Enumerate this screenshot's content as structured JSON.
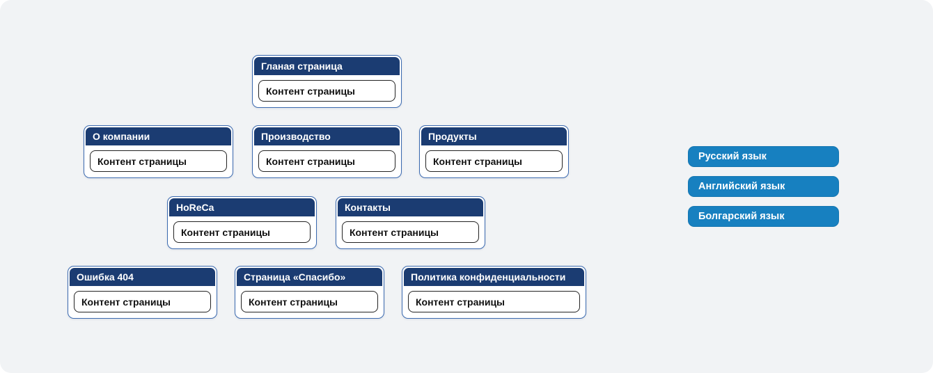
{
  "colors": {
    "background": "#f1f3f5",
    "header_navy": "#1b3c72",
    "card_border": "#3b6ab0",
    "content_border": "#222222",
    "button_blue": "#1780c0",
    "text_white": "#ffffff",
    "text_dark": "#111111"
  },
  "cards": [
    {
      "id": "home",
      "title": "Гланая страница",
      "content": "Контент страницы"
    },
    {
      "id": "about",
      "title": "О компании",
      "content": "Контент страницы"
    },
    {
      "id": "production",
      "title": "Производство",
      "content": "Контент страницы"
    },
    {
      "id": "products",
      "title": "Продукты",
      "content": "Контент страницы"
    },
    {
      "id": "horeca",
      "title": "HoReCa",
      "content": "Контент страницы"
    },
    {
      "id": "contacts",
      "title": "Контакты",
      "content": "Контент страницы"
    },
    {
      "id": "error-404",
      "title": "Ошибка 404",
      "content": "Контент страницы"
    },
    {
      "id": "thank-you",
      "title": "Страница «Спасибо»",
      "content": "Контент страницы"
    },
    {
      "id": "privacy-policy",
      "title": "Политика конфиденциальности",
      "content": "Контент страницы"
    }
  ],
  "language_buttons": [
    {
      "id": "russian",
      "label": "Русский язык"
    },
    {
      "id": "english",
      "label": "Английский язык"
    },
    {
      "id": "bulgarian",
      "label": "Болгарский язык"
    }
  ]
}
